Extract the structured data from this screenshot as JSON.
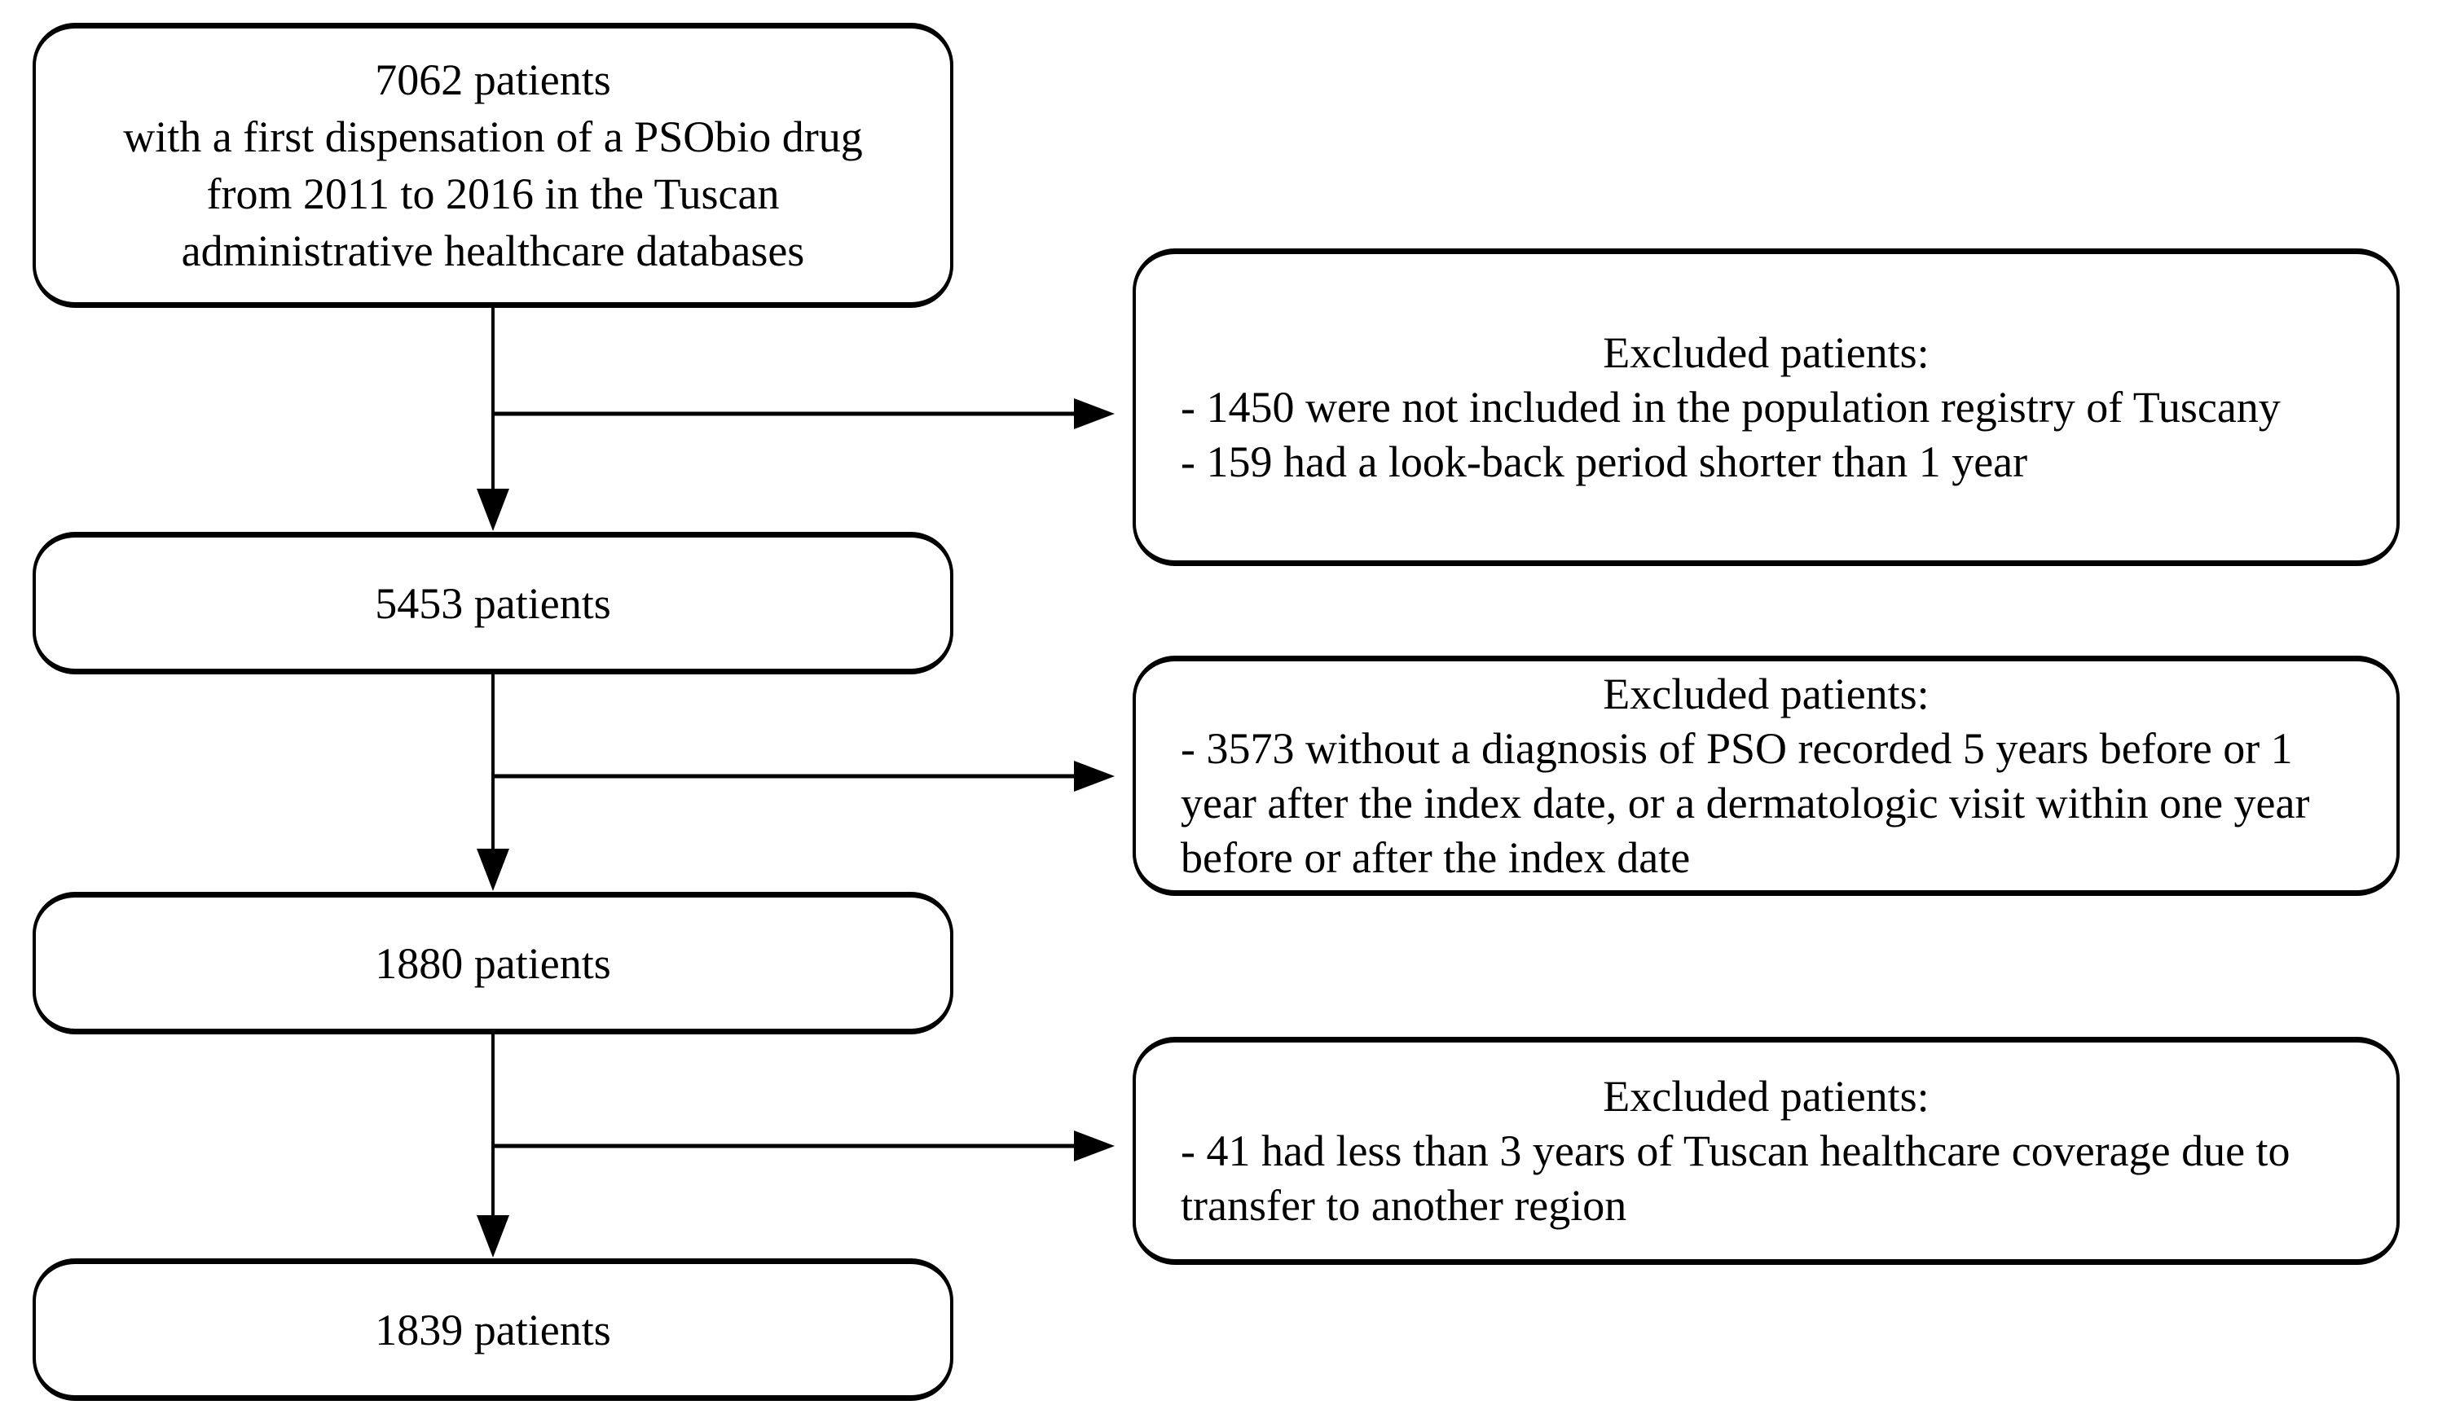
{
  "figure": {
    "type": "patient-flow-diagram",
    "background_color": "#ffffff",
    "stroke_color": "#000000",
    "main_boxes": [
      {
        "id": "cohort-initial",
        "lines": [
          "7062 patients",
          "with a first dispensation of a PSObio drug",
          "from 2011 to 2016 in the Tuscan",
          "administrative healthcare databases"
        ]
      },
      {
        "id": "cohort-after-registry-exclusions",
        "lines": [
          "5453 patients"
        ]
      },
      {
        "id": "cohort-after-diagnosis-exclusions",
        "lines": [
          "1880 patients"
        ]
      },
      {
        "id": "cohort-final",
        "lines": [
          "1839 patients"
        ]
      }
    ],
    "exclusion_boxes": [
      {
        "id": "exclusion-1",
        "title": "Excluded patients:",
        "lines": [
          "- 1450 were not included in the population registry of Tuscany",
          "- 159 had a look-back period shorter than 1 year"
        ]
      },
      {
        "id": "exclusion-2",
        "title": "Excluded patients:",
        "lines": [
          "- 3573 without a diagnosis of PSO recorded 5 years before or 1",
          "year after the index date, or a dermatologic visit within one year",
          "before or after the index date"
        ]
      },
      {
        "id": "exclusion-3",
        "title": "Excluded patients:",
        "lines": [
          "- 41 had less than 3 years of Tuscan healthcare coverage due to",
          "transfer to another region"
        ]
      }
    ],
    "edges": [
      {
        "from": "cohort-initial",
        "to": "cohort-after-registry-exclusions",
        "type": "down-arrow"
      },
      {
        "from": "cohort-initial",
        "to": "exclusion-1",
        "type": "right-arrow"
      },
      {
        "from": "cohort-after-registry-exclusions",
        "to": "cohort-after-diagnosis-exclusions",
        "type": "down-arrow"
      },
      {
        "from": "cohort-after-registry-exclusions",
        "to": "exclusion-2",
        "type": "right-arrow"
      },
      {
        "from": "cohort-after-diagnosis-exclusions",
        "to": "cohort-final",
        "type": "down-arrow"
      },
      {
        "from": "cohort-after-diagnosis-exclusions",
        "to": "exclusion-3",
        "type": "right-arrow"
      }
    ]
  }
}
